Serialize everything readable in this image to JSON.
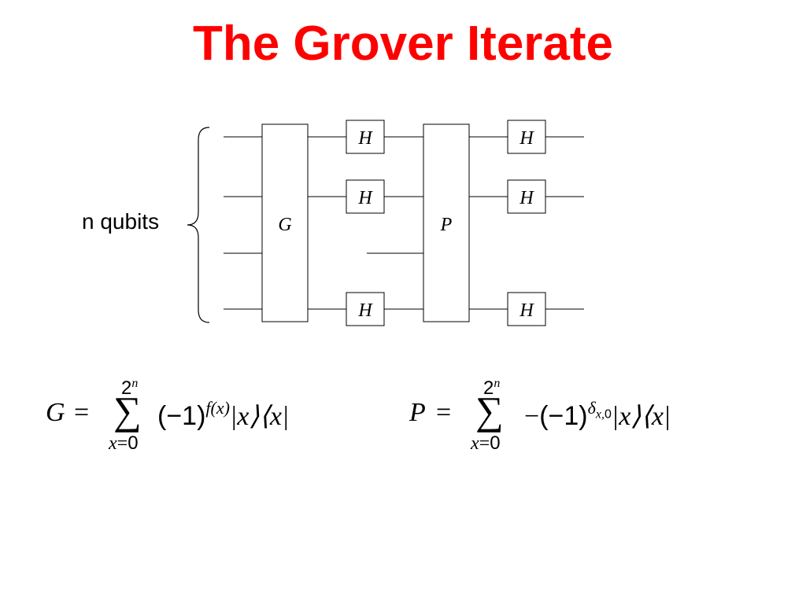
{
  "title": "The Grover Iterate",
  "colors": {
    "title": "#ff0000",
    "lines": "#000000"
  },
  "label": "n qubits",
  "gates": {
    "big_left": "G",
    "big_right": "P",
    "hadamard": "H"
  },
  "formula_g": {
    "lhs": "G",
    "eq": "=",
    "sum_top": "2",
    "sum_top_exp": "n",
    "sum_symbol": "∑",
    "sum_bottom_var": "x",
    "sum_bottom_eq": "=",
    "sum_bottom_val": "0",
    "base": "(−1)",
    "exponent": "f(x)",
    "projector": "|x⟩⟨x|"
  },
  "formula_p": {
    "lhs": "P",
    "eq": "=",
    "sum_top": "2",
    "sum_top_exp": "n",
    "sum_symbol": "∑",
    "sum_bottom_var": "x",
    "sum_bottom_eq": "=",
    "sum_bottom_val": "0",
    "prefix": "−",
    "base": "(−1)",
    "exponent_delta": "δ",
    "exponent_sub": "x,",
    "exponent_sub_zero": "0",
    "projector": "|x⟩⟨x|"
  }
}
